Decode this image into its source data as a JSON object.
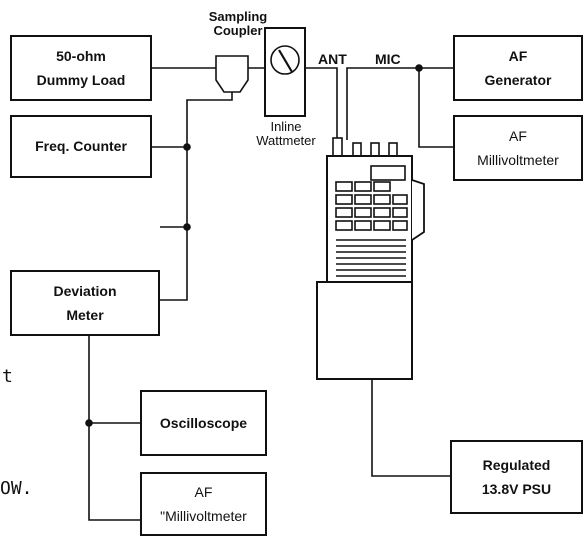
{
  "boxes": {
    "dummy_load": {
      "line1": "50-ohm",
      "line2": "Dummy Load"
    },
    "freq_counter": {
      "line1": "Freq. Counter"
    },
    "deviation_meter": {
      "line1": "Deviation",
      "line2": "Meter"
    },
    "oscilloscope": {
      "line1": "Oscilloscope"
    },
    "af_millivoltmeter_bottom": {
      "line1": "AF",
      "line2": "\"Millivoltmeter"
    },
    "af_generator": {
      "line1": "AF",
      "line2": "Generator"
    },
    "af_millivoltmeter_right": {
      "line1": "AF",
      "line2": "Millivoltmeter"
    },
    "psu": {
      "line1": "Regulated",
      "line2": "13.8V PSU"
    }
  },
  "labels": {
    "sampling_coupler": {
      "line1": "Sampling",
      "line2": "Coupler"
    },
    "inline_wattmeter": {
      "line1": "Inline",
      "line2": "Wattmeter"
    },
    "ant": "ANT",
    "mic": "MIC"
  },
  "margin_text": {
    "fragment_t": "t",
    "fragment_ow": "OW."
  },
  "colors": {
    "ink": "#111111",
    "background": "#ffffff"
  }
}
